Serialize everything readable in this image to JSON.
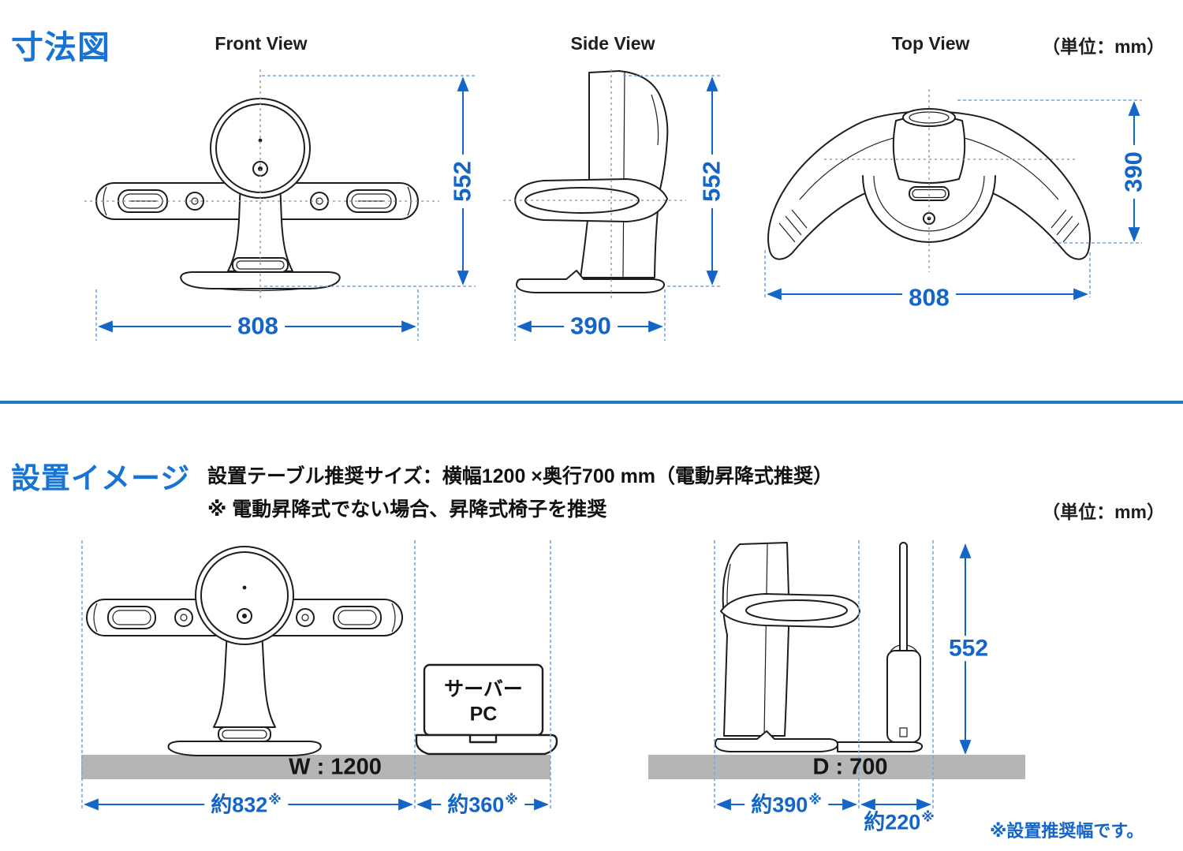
{
  "colors": {
    "accent": "#1366C8",
    "title_blue": "#1773D4",
    "table_gray": "#B5B5B5",
    "line_art": "#1D1D1D"
  },
  "dimension_section": {
    "title": "寸法図",
    "unit_note": "（単位：mm）",
    "front_view": {
      "label": "Front View",
      "height": "552",
      "width": "808"
    },
    "side_view": {
      "label": "Side View",
      "height": "552",
      "depth": "390"
    },
    "top_view": {
      "label": "Top View",
      "depth": "390",
      "width": "808"
    }
  },
  "installation_section": {
    "title": "設置イメージ",
    "spec_line1": "設置テーブル推奨サイズ：横幅1200 ×奥行700 mm（電動昇降式推奨）",
    "spec_line2": "※ 電動昇降式でない場合、昇降式椅子を推奨",
    "unit_note": "（単位：mm）",
    "approx_mark": "※",
    "footnote": "※設置推奨幅です。",
    "front_diagram": {
      "table_width_label": "W : 1200",
      "device_width": "約832",
      "server_width": "約360",
      "server_line1": "サーバー",
      "server_line2": "PC"
    },
    "side_diagram": {
      "table_depth_label": "D : 700",
      "device_depth": "約390",
      "rear_width": "約220",
      "height": "552"
    }
  }
}
